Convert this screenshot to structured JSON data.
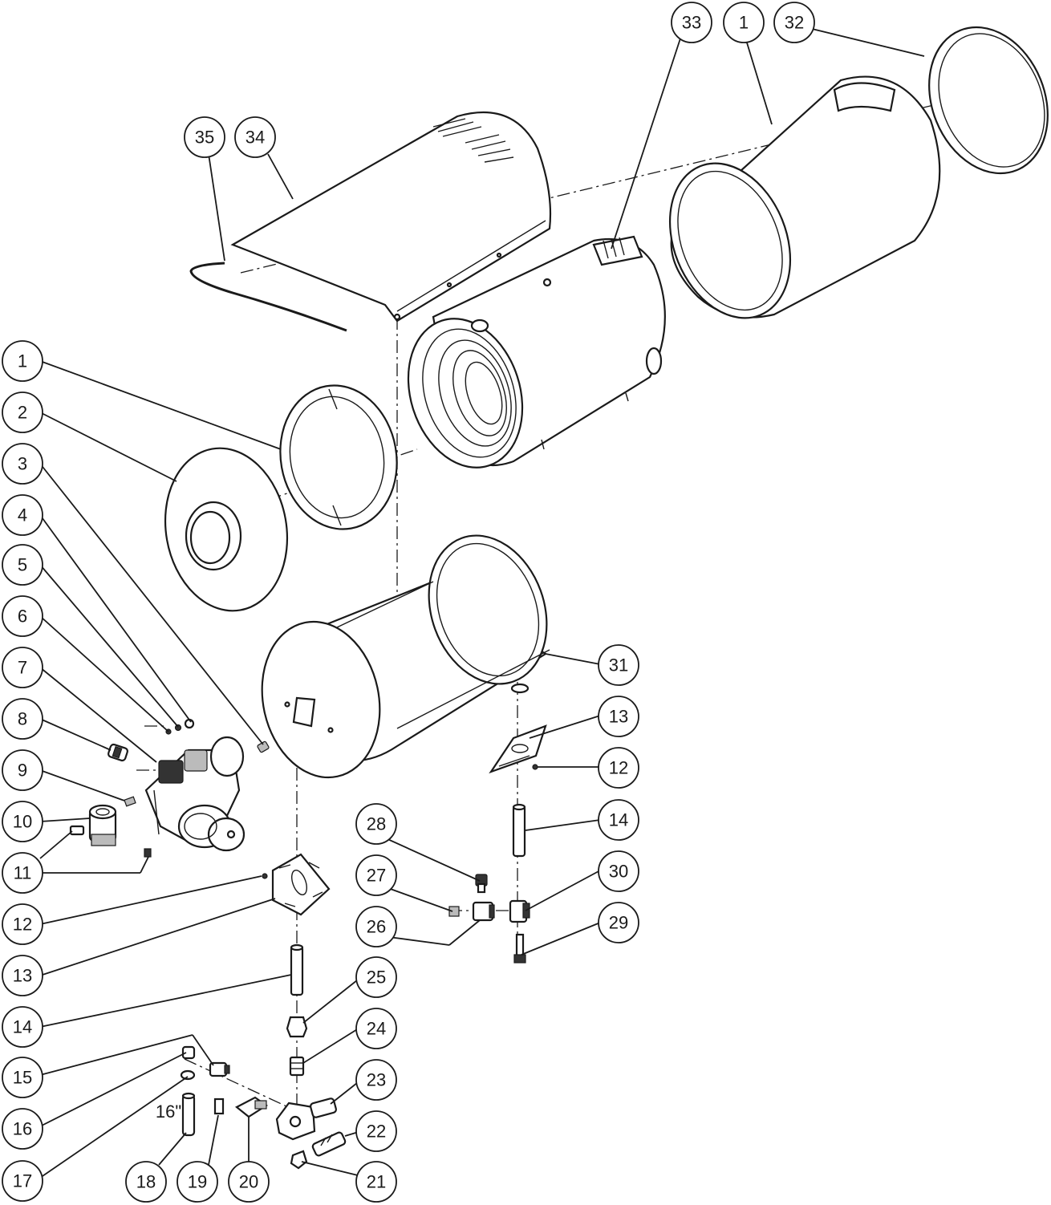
{
  "callouts": {
    "c33": "33",
    "c1top": "1",
    "c32": "32",
    "c35": "35",
    "c34": "34",
    "c1": "1",
    "c2": "2",
    "c3": "3",
    "c4": "4",
    "c5": "5",
    "c6": "6",
    "c7": "7",
    "c8": "8",
    "c9": "9",
    "c10": "10",
    "c11": "11",
    "c12left": "12",
    "c13left": "13",
    "c14left": "14",
    "c15": "15",
    "c16": "16",
    "c17": "17",
    "c18": "18",
    "c19": "19",
    "c20": "20",
    "c21": "21",
    "c22": "22",
    "c23": "23",
    "c24": "24",
    "c25": "25",
    "c26": "26",
    "c27": "27",
    "c28": "28",
    "c29": "29",
    "c30": "30",
    "c31": "31",
    "c13right": "13",
    "c12right": "12",
    "c14right": "14"
  },
  "notes": {
    "hose_length": "16\""
  },
  "icons": {
    "drum": "housing-cylinder-icon",
    "motor": "motor-pump-icon"
  }
}
